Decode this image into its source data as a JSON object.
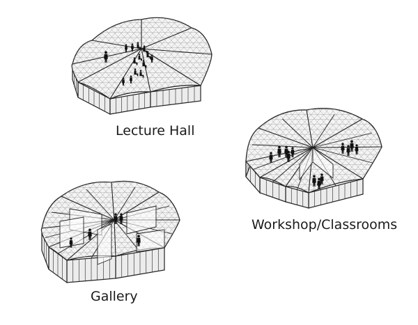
{
  "captions": {
    "lecture_hall": "Lecture Hall",
    "workshop": "Workshop/Classrooms",
    "gallery": "Gallery"
  },
  "colors": {
    "stroke": "#222222",
    "grid": "#9a9a9a",
    "fill_top": "#f4f4f4",
    "fill_wall": "#ececec",
    "wall_shade": "#dadada",
    "figures": "#111111"
  },
  "pavilions": [
    {
      "id": "lecture-hall",
      "label_key": "lecture_hall",
      "people_count": 14
    },
    {
      "id": "workshop",
      "label_key": "workshop",
      "people_count": 12
    },
    {
      "id": "gallery",
      "label_key": "gallery",
      "people_count": 5
    }
  ]
}
